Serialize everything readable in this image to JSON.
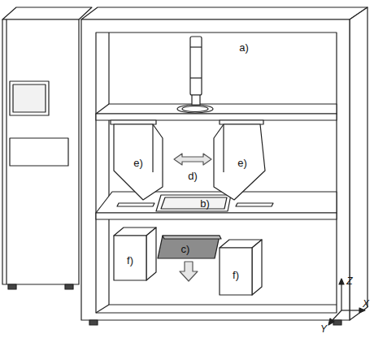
{
  "diagram": {
    "labels": [
      "a)",
      "e)",
      "d)",
      "e)",
      "b)",
      "c)",
      "f)",
      "f)",
      "Z",
      "X",
      "Y"
    ]
  }
}
